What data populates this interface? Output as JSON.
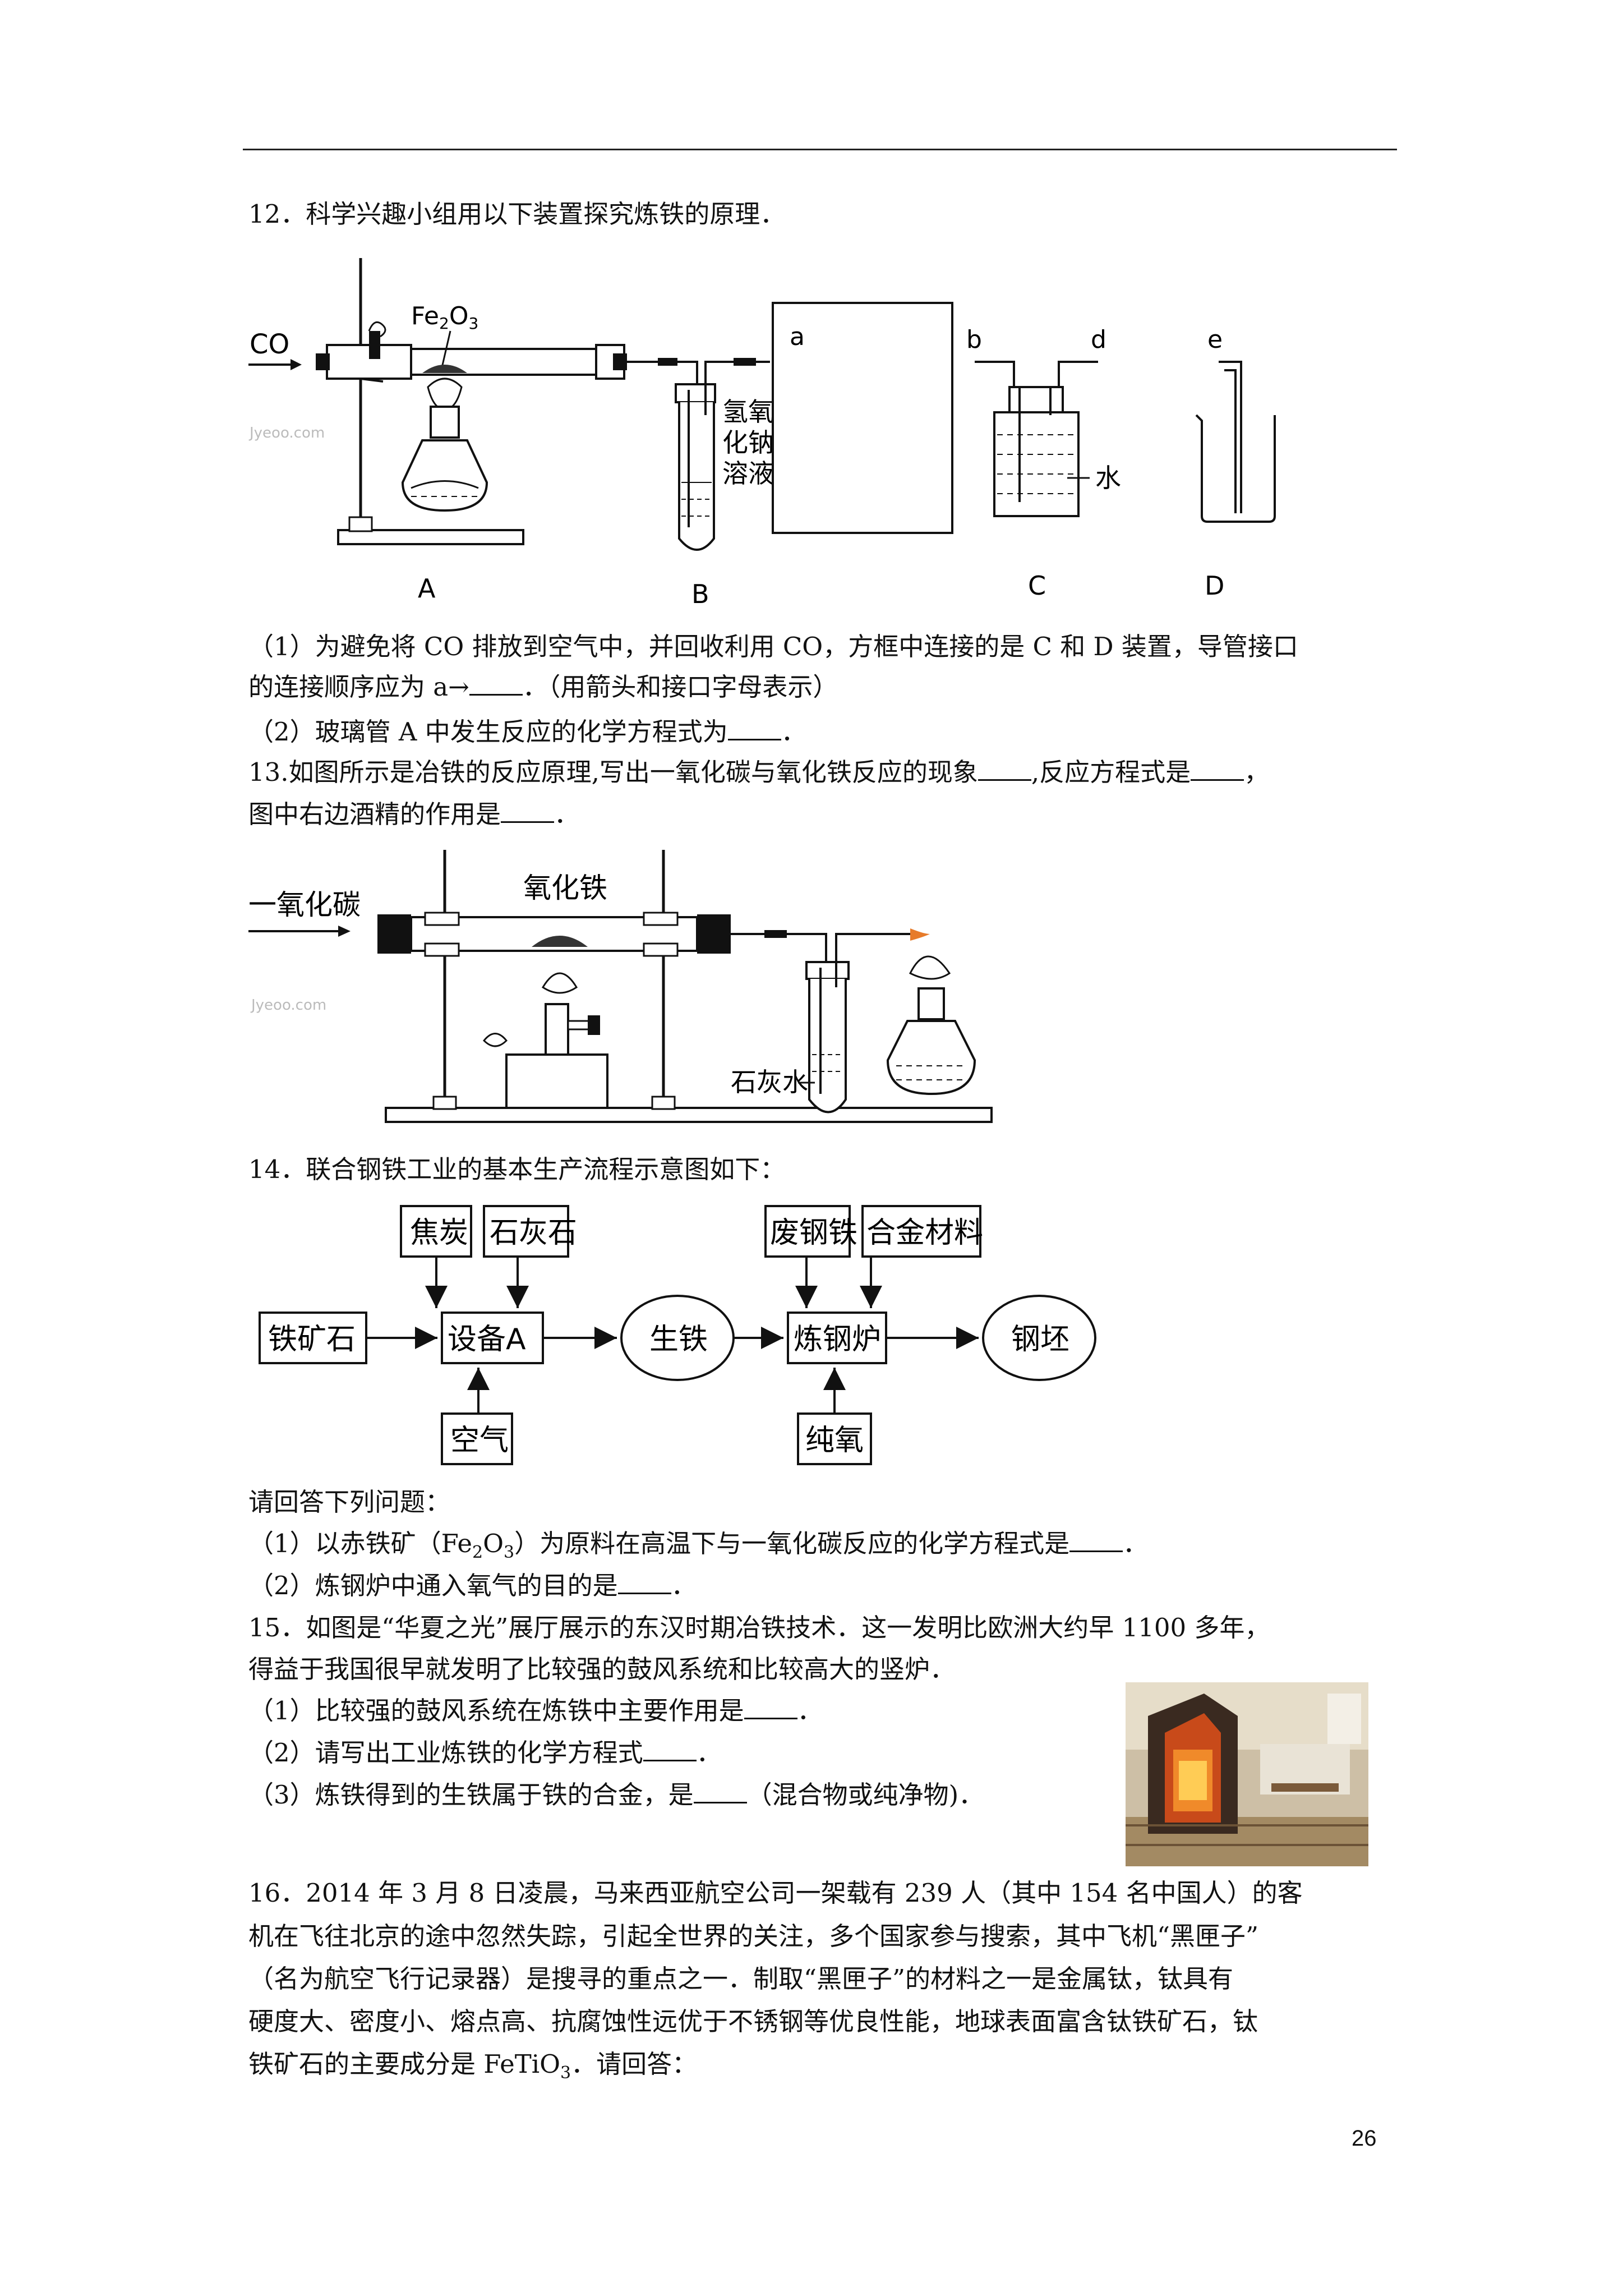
{
  "q12": {
    "title": "12．科学兴趣小组用以下装置探究炼铁的原理．",
    "fig": {
      "co": "CO",
      "fe2o3_a": "Fe",
      "fe2o3_b": "2",
      "fe2o3_c": "O",
      "fe2o3_d": "3",
      "naoh_1": "氢氧",
      "naoh_2": "化钠",
      "naoh_3": "溶液",
      "water": "水",
      "port_a": "a",
      "port_b": "b",
      "port_d": "d",
      "port_e": "e",
      "label_A": "A",
      "label_B": "B",
      "label_C": "C",
      "label_D": "D",
      "watermark": "Jyeoo.com"
    },
    "q1_line1": "（1）为避免将 CO 排放到空气中，并回收利用 CO，方框中连接的是 C 和 D 装置，导管接口",
    "q1_line2a": "的连接顺序应为 a→",
    "q1_line2b": "．（用箭头和接口字母表示）",
    "q2a": "（2）玻璃管 A 中发生反应的化学方程式为",
    "q2b": "．"
  },
  "q13": {
    "line1a": "13.如图所示是冶铁的反应原理,写出一氧化碳与氧化铁反应的现象",
    "line1b": ",反应方程式是",
    "line1c": "，",
    "line2a": "图中右边酒精的作用是",
    "line2b": "．",
    "fig": {
      "co": "一氧化碳",
      "fe2o3": "氧化铁",
      "limewater": "石灰水",
      "watermark": "Jyeoo.com"
    }
  },
  "q14": {
    "title": "14．联合钢铁工业的基本生产流程示意图如下：",
    "flow": {
      "coke": "焦炭",
      "limestone": "石灰石",
      "ore": "铁矿石",
      "deviceA": "设备A",
      "air": "空气",
      "pig_iron": "生铁",
      "scrap": "废钢铁",
      "alloy": "合金材料",
      "furnace": "炼钢炉",
      "oxygen": "纯氧",
      "billet": "钢坯"
    },
    "prompt": "请回答下列问题：",
    "q1a": "（1）以赤铁矿（Fe",
    "q1sub1": "2",
    "q1b": "O",
    "q1sub2": "3",
    "q1c": "）为原料在高温下与一氧化碳反应的化学方程式是",
    "q1d": "．",
    "q2a": "（2）炼钢炉中通入氧气的目的是",
    "q2b": "．"
  },
  "q15": {
    "line1": "15．如图是“华夏之光”展厅展示的东汉时期冶铁技术．这一发明比欧洲大约早 1100 多年，",
    "line2": "得益于我国很早就发明了比较强的鼓风系统和比较高大的竖炉．",
    "q1a": "（1）比较强的鼓风系统在炼铁中主要作用是",
    "q1b": "．",
    "q2a": "（2）请写出工业炼铁的化学方程式",
    "q2b": "．",
    "q3a": "（3）炼铁得到的生铁属于铁的合金，是",
    "q3b": "（混合物或纯净物)．"
  },
  "q16": {
    "line1": "16．2014 年 3 月 8 日凌晨，马来西亚航空公司一架载有 239 人（其中 154 名中国人）的客",
    "line2": "机在飞往北京的途中忽然失踪，引起全世界的关注，多个国家参与搜索，其中飞机“黑匣子”",
    "line3": "（名为航空飞行记录器）是搜寻的重点之一．制取“黑匣子”的材料之一是金属钛，钛具有",
    "line4": "硬度大、密度小、熔点高、抗腐蚀性远优于不锈钢等优良性能，地球表面富含钛铁矿石，钛",
    "line5a": "铁矿石的主要成分是 FeTiO",
    "line5sub": "3",
    "line5b": "．请回答："
  },
  "page_number": "26"
}
